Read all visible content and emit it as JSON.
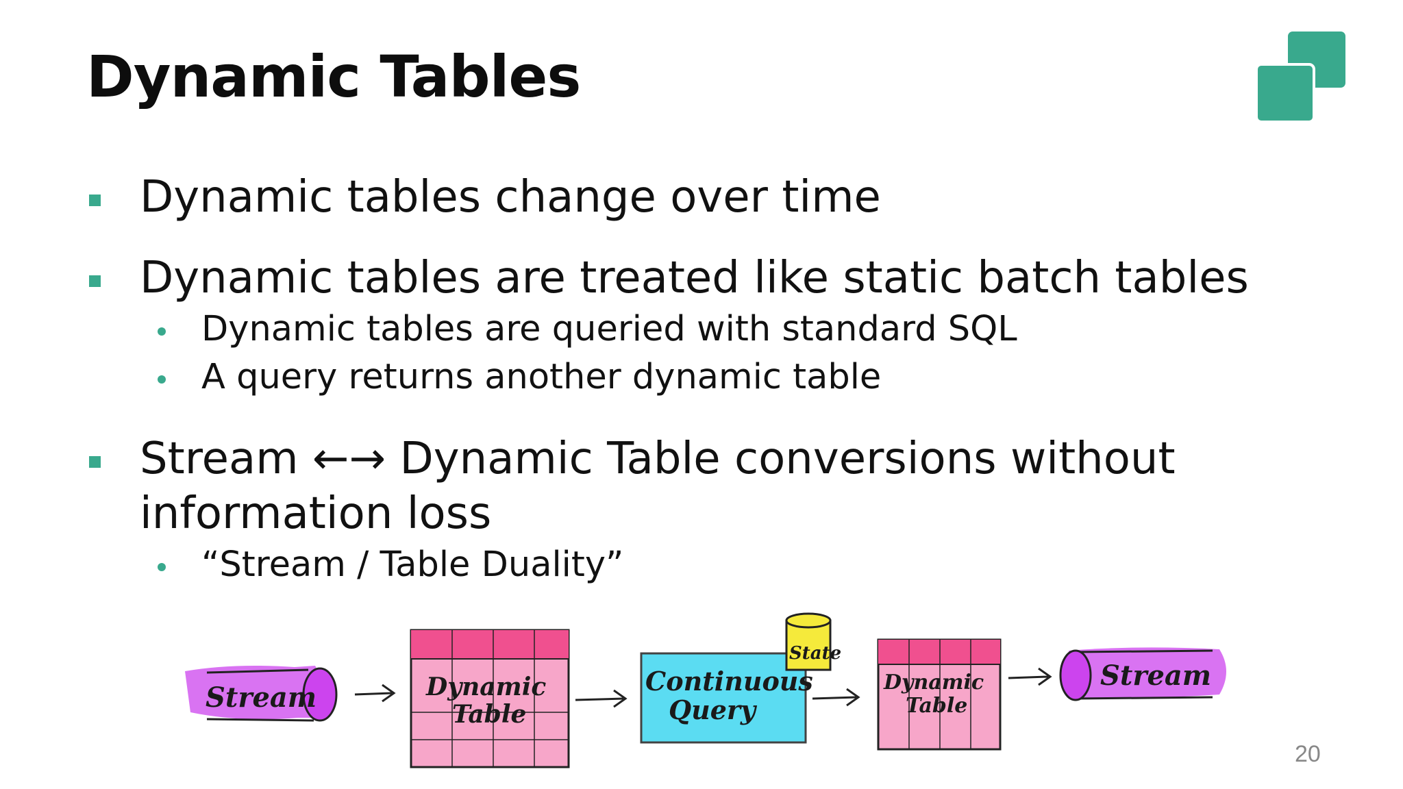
{
  "slide": {
    "title": "Dynamic Tables",
    "page_number": "20",
    "accent_color": "#39a98d",
    "logo_icon": "two-squares-logo-icon"
  },
  "bullets": [
    {
      "text": "Dynamic tables change over time",
      "sub": []
    },
    {
      "text": "Dynamic tables are treated like static batch tables",
      "sub": [
        "Dynamic tables are queried with standard SQL",
        "A query returns another dynamic table"
      ]
    },
    {
      "text_line1": "Stream ←→ Dynamic Table conversions without",
      "text_line2": "information loss",
      "sub": [
        "“Stream / Table Duality”"
      ]
    }
  ],
  "diagram": {
    "stream_in_label": "Stream",
    "dynamic_table_1_label_line1": "Dynamic",
    "dynamic_table_1_label_line2": "Table",
    "query_label_line1": "Continuous",
    "query_label_line2": "Query",
    "state_label": "State",
    "dynamic_table_2_label_line1": "Dynamic",
    "dynamic_table_2_label_line2": "Table",
    "stream_out_label": "Stream",
    "colors": {
      "stream": "#cc44ee",
      "table": "#f0508f",
      "query": "#3fd6f0",
      "state": "#f5ea3b"
    }
  }
}
